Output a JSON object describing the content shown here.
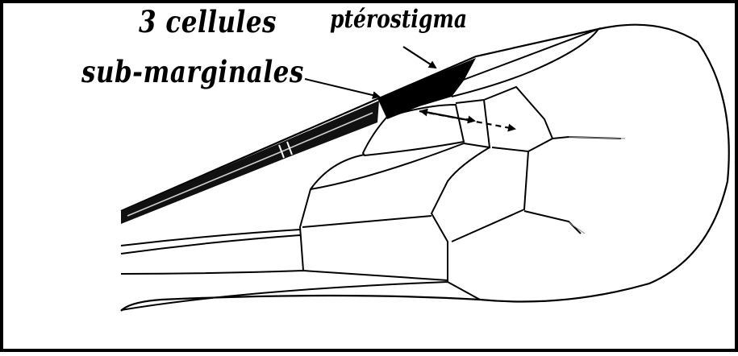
{
  "labels": {
    "cells_line1": "3 cellules",
    "cells_line2": "sub-marginales",
    "pterostigma": "ptérostigma"
  },
  "colors": {
    "background": "#ffffff",
    "ink": "#000000"
  }
}
